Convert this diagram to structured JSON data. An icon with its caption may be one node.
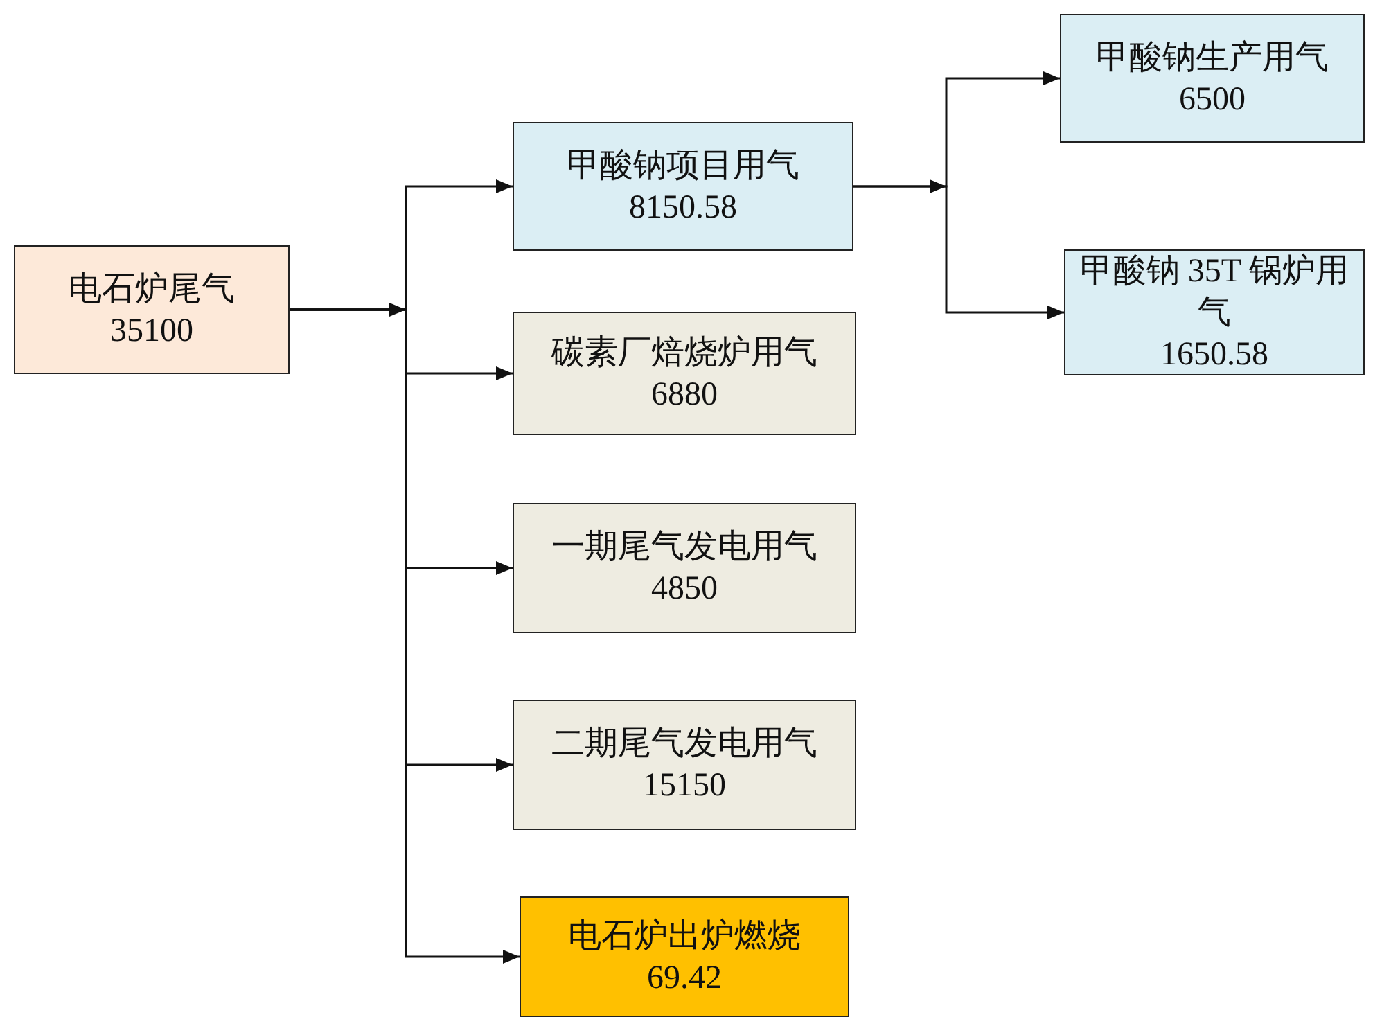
{
  "diagram": {
    "nodes": [
      {
        "text": [
          "电石炉尾气",
          "35100"
        ]
      },
      {
        "text": [
          "甲酸钠项目用气",
          "8150.58"
        ]
      },
      {
        "text": [
          "碳素厂焙烧炉用气",
          "6880"
        ]
      },
      {
        "text": [
          "一期尾气发电用气",
          "4850"
        ]
      },
      {
        "text": [
          "二期尾气发电用气",
          "15150"
        ]
      },
      {
        "text": [
          "电石炉出炉燃烧",
          "69.42"
        ]
      },
      {
        "text": [
          "甲酸钠生产用气",
          "6500"
        ]
      },
      {
        "text": [
          "甲酸钠 35T 锅炉用气",
          "1650.58"
        ]
      }
    ],
    "edges": [
      {
        "from": 0,
        "to": 1,
        "arrow": "to"
      },
      {
        "from": 0,
        "to": 2,
        "arrow": "to"
      },
      {
        "from": 0,
        "to": 3,
        "arrow": "to"
      },
      {
        "from": 0,
        "to": 4,
        "arrow": "to"
      },
      {
        "from": 0,
        "to": 5,
        "arrow": "to"
      },
      {
        "from": 1,
        "to": 6,
        "arrow": "to"
      },
      {
        "from": 1,
        "to": 7,
        "arrow": "to"
      }
    ]
  }
}
